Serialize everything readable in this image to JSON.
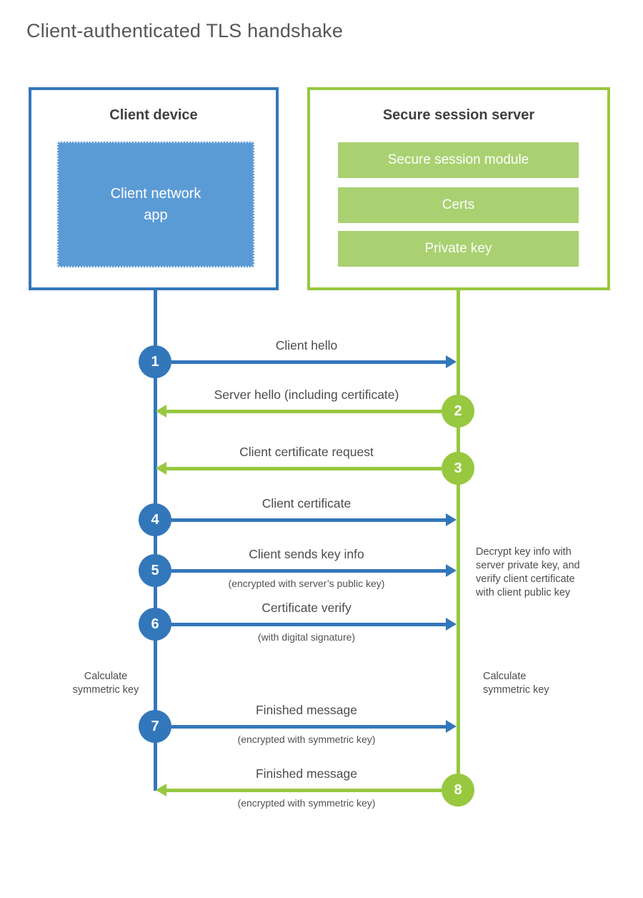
{
  "title": "Client-authenticated TLS handshake",
  "client": {
    "title": "Client device",
    "app_label": "Client network\napp"
  },
  "server": {
    "title": "Secure session server",
    "module1": "Secure session module",
    "module2": "Certs",
    "module3": "Private key"
  },
  "messages": [
    {
      "number": "1",
      "label": "Client hello",
      "sub": "",
      "from": "client",
      "to": "server"
    },
    {
      "number": "2",
      "label": "Server hello (including certificate)",
      "sub": "",
      "from": "server",
      "to": "client"
    },
    {
      "number": "3",
      "label": "Client certificate request",
      "sub": "",
      "from": "server",
      "to": "client"
    },
    {
      "number": "4",
      "label": "Client certificate",
      "sub": "",
      "from": "client",
      "to": "server"
    },
    {
      "number": "5",
      "label": "Client sends key info",
      "sub": "(encrypted with server’s public key)",
      "from": "client",
      "to": "server"
    },
    {
      "number": "6",
      "label": "Certificate verify",
      "sub": "(with digital signature)",
      "from": "client",
      "to": "server"
    },
    {
      "number": "7",
      "label": "Finished message",
      "sub": "(encrypted with symmetric key)",
      "from": "client",
      "to": "server"
    },
    {
      "number": "8",
      "label": "Finished message",
      "sub": "(encrypted with symmetric key)",
      "from": "server",
      "to": "client"
    }
  ],
  "notes": {
    "decrypt": "Decrypt key info with server private key, and verify client certificate with client public key",
    "calc_client": "Calculate\nsymmetric key",
    "calc_server": "Calculate\nsymmetric key"
  },
  "colors": {
    "client_blue": "#3377bb",
    "client_app_fill": "#5b9bd5",
    "server_green": "#97c83f",
    "server_bar_fill": "#a9d171"
  }
}
